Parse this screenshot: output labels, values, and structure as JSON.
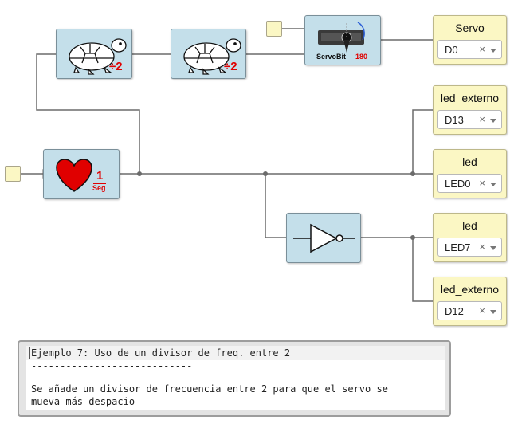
{
  "colors": {
    "block_fill": "#c4dfea",
    "output_fill": "#fbf7c4",
    "wire": "#6b6b6b",
    "accent_red": "#e00000"
  },
  "blocks": {
    "divider_1": {
      "icon": "turtle-icon",
      "label": "÷2"
    },
    "divider_2": {
      "icon": "turtle-icon",
      "label": "÷2"
    },
    "servo": {
      "icon": "servo-icon",
      "name": "ServoBit",
      "value": "180"
    },
    "heartbeat": {
      "icon": "heart-icon",
      "numerator": "1",
      "unit": "Seg"
    },
    "not_gate": {
      "icon": "not-gate-icon"
    }
  },
  "outputs": [
    {
      "name": "Servo",
      "value": "D0"
    },
    {
      "name": "led_externo",
      "value": "D13"
    },
    {
      "name": "led",
      "value": "LED0"
    },
    {
      "name": "led",
      "value": "LED7"
    },
    {
      "name": "led_externo",
      "value": "D12"
    }
  ],
  "output_clear_glyph": "×",
  "comment": {
    "line1": "Ejemplo 7: Uso de un divisor de freq. entre 2",
    "line2": "----------------------------",
    "line3": "Se añade un divisor de frecuencia entre 2 para que el servo se",
    "line4": "mueva más despacio"
  }
}
